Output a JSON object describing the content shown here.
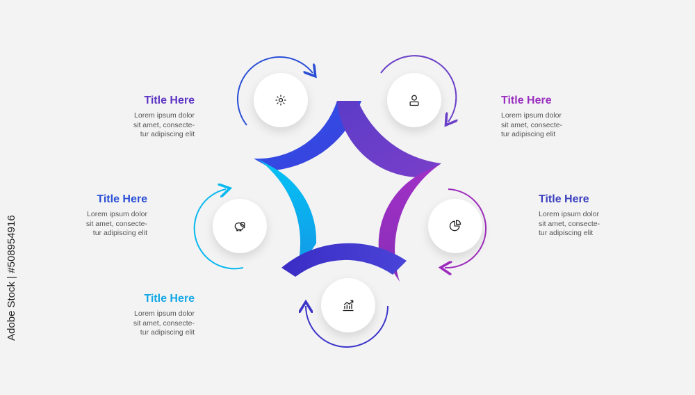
{
  "items": [
    {
      "title": "Title Here",
      "body_l1": "Lorem ipsum dolor",
      "body_l2": "sit amet, consecte-",
      "body_l3": "tur adipiscing elit",
      "color": "#5d35c4",
      "icon": "gear-icon"
    },
    {
      "title": "Title Here",
      "body_l1": "Lorem ipsum dolor",
      "body_l2": "sit amet, consecte-",
      "body_l3": "tur adipiscing elit",
      "color": "#9a2fbf",
      "icon": "user-icon"
    },
    {
      "title": "Title Here",
      "body_l1": "Lorem ipsum dolor",
      "body_l2": "sit amet, consecte-",
      "body_l3": "tur adipiscing elit",
      "color": "#3a3fbf",
      "icon": "pie-chart-icon"
    },
    {
      "title": "Title Here",
      "body_l1": "Lorem ipsum dolor",
      "body_l2": "sit amet, consecte-",
      "body_l3": "tur adipiscing elit",
      "color": "#12a7e6",
      "icon": "chart-growth-icon"
    },
    {
      "title": "Title Here",
      "body_l1": "Lorem ipsum dolor",
      "body_l2": "sit amet, consecte-",
      "body_l3": "tur adipiscing elit",
      "color": "#2a4fd6",
      "icon": "piggy-bank-icon"
    }
  ],
  "watermark": "Adobe Stock | #508954916",
  "colors": {
    "blue": "#2f49e6",
    "indigo": "#3b33c9",
    "violet": "#6a3fc8",
    "purple": "#9d2bbd",
    "cyan": "#08b8f0"
  }
}
